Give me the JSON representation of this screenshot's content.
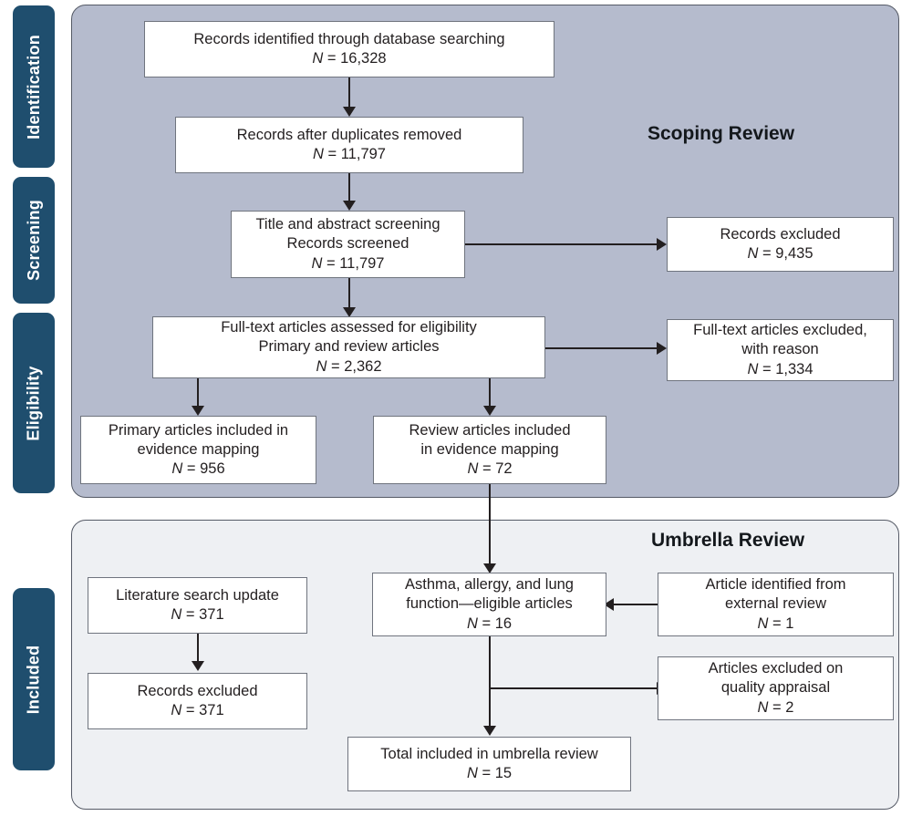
{
  "phases": [
    {
      "id": "identification",
      "label": "Identification"
    },
    {
      "id": "screening",
      "label": "Screening"
    },
    {
      "id": "eligibility",
      "label": "Eligibility"
    },
    {
      "id": "included",
      "label": "Included"
    }
  ],
  "panels": {
    "scoping": {
      "title": "Scoping Review",
      "color": "#b5bbcd"
    },
    "umbrella": {
      "title": "Umbrella Review",
      "color": "#eef0f3"
    }
  },
  "colors": {
    "phase_tab": "#1f4e6e",
    "box_border": "#6f747e",
    "panel_border": "#555a66",
    "connector": "#231f20",
    "box_fill": "#ffffff",
    "page": "#ffffff"
  },
  "boxes": {
    "records_identified": {
      "lines": [
        "Records identified through database searching"
      ],
      "n_label": "N",
      "n_value": "16,328"
    },
    "records_after_duplicates": {
      "lines": [
        "Records after duplicates removed"
      ],
      "n_label": "N",
      "n_value": "11,797"
    },
    "title_abstract_screening": {
      "lines": [
        "Title and abstract screening",
        "Records screened"
      ],
      "n_label": "N",
      "n_value": "11,797"
    },
    "records_excluded_screening": {
      "lines": [
        "Records excluded"
      ],
      "n_label": "N",
      "n_value": "9,435"
    },
    "fulltext_assessed": {
      "lines": [
        "Full-text articles assessed for eligibility",
        "Primary and review articles"
      ],
      "n_label": "N",
      "n_value": "2,362"
    },
    "fulltext_excluded": {
      "lines": [
        "Full-text articles excluded,",
        "with reason"
      ],
      "n_label": "N",
      "n_value": "1,334"
    },
    "primary_included": {
      "lines": [
        "Primary articles included in",
        "evidence mapping"
      ],
      "n_label": "N",
      "n_value": "956"
    },
    "review_included": {
      "lines": [
        "Review articles included",
        "in evidence mapping"
      ],
      "n_label": "N",
      "n_value": "72"
    },
    "literature_update": {
      "lines": [
        "Literature search update"
      ],
      "n_label": "N",
      "n_value": "371"
    },
    "records_excluded_update": {
      "lines": [
        "Records excluded"
      ],
      "n_label": "N",
      "n_value": "371"
    },
    "asthma_eligible": {
      "lines": [
        "Asthma, allergy, and lung",
        "function—eligible articles"
      ],
      "n_label": "N",
      "n_value": "16"
    },
    "article_external": {
      "lines": [
        "Article identified from",
        "external review"
      ],
      "n_label": "N",
      "n_value": "1"
    },
    "excluded_quality": {
      "lines": [
        "Articles excluded on",
        "quality appraisal"
      ],
      "n_label": "N",
      "n_value": "2"
    },
    "total_included": {
      "lines": [
        "Total included in umbrella review"
      ],
      "n_label": "N",
      "n_value": "15"
    }
  },
  "chart_data": {
    "type": "diagram",
    "title": "PRISMA flow diagram — Scoping Review and Umbrella Review",
    "nodes": [
      {
        "id": "records_identified",
        "stage": "Identification",
        "section": "Scoping Review",
        "n": 16328
      },
      {
        "id": "records_after_duplicates",
        "stage": "Identification",
        "section": "Scoping Review",
        "n": 11797
      },
      {
        "id": "title_abstract_screening",
        "stage": "Screening",
        "section": "Scoping Review",
        "n": 11797
      },
      {
        "id": "records_excluded_screening",
        "stage": "Screening",
        "section": "Scoping Review",
        "n": 9435
      },
      {
        "id": "fulltext_assessed",
        "stage": "Eligibility",
        "section": "Scoping Review",
        "n": 2362
      },
      {
        "id": "fulltext_excluded",
        "stage": "Eligibility",
        "section": "Scoping Review",
        "n": 1334
      },
      {
        "id": "primary_included",
        "stage": "Eligibility",
        "section": "Scoping Review",
        "n": 956
      },
      {
        "id": "review_included",
        "stage": "Eligibility",
        "section": "Scoping Review",
        "n": 72
      },
      {
        "id": "literature_update",
        "stage": "Included",
        "section": "Umbrella Review",
        "n": 371
      },
      {
        "id": "records_excluded_update",
        "stage": "Included",
        "section": "Umbrella Review",
        "n": 371
      },
      {
        "id": "asthma_eligible",
        "stage": "Included",
        "section": "Umbrella Review",
        "n": 16
      },
      {
        "id": "article_external",
        "stage": "Included",
        "section": "Umbrella Review",
        "n": 1
      },
      {
        "id": "excluded_quality",
        "stage": "Included",
        "section": "Umbrella Review",
        "n": 2
      },
      {
        "id": "total_included",
        "stage": "Included",
        "section": "Umbrella Review",
        "n": 15
      }
    ],
    "edges": [
      {
        "from": "records_identified",
        "to": "records_after_duplicates",
        "dir": "down"
      },
      {
        "from": "records_after_duplicates",
        "to": "title_abstract_screening",
        "dir": "down"
      },
      {
        "from": "title_abstract_screening",
        "to": "records_excluded_screening",
        "dir": "right"
      },
      {
        "from": "title_abstract_screening",
        "to": "fulltext_assessed",
        "dir": "down"
      },
      {
        "from": "fulltext_assessed",
        "to": "fulltext_excluded",
        "dir": "right"
      },
      {
        "from": "fulltext_assessed",
        "to": "primary_included",
        "dir": "down"
      },
      {
        "from": "fulltext_assessed",
        "to": "review_included",
        "dir": "down"
      },
      {
        "from": "review_included",
        "to": "asthma_eligible",
        "dir": "down"
      },
      {
        "from": "literature_update",
        "to": "records_excluded_update",
        "dir": "down"
      },
      {
        "from": "article_external",
        "to": "asthma_eligible",
        "dir": "left"
      },
      {
        "from": "asthma_eligible",
        "to": "excluded_quality",
        "dir": "right"
      },
      {
        "from": "asthma_eligible",
        "to": "total_included",
        "dir": "down"
      }
    ]
  }
}
